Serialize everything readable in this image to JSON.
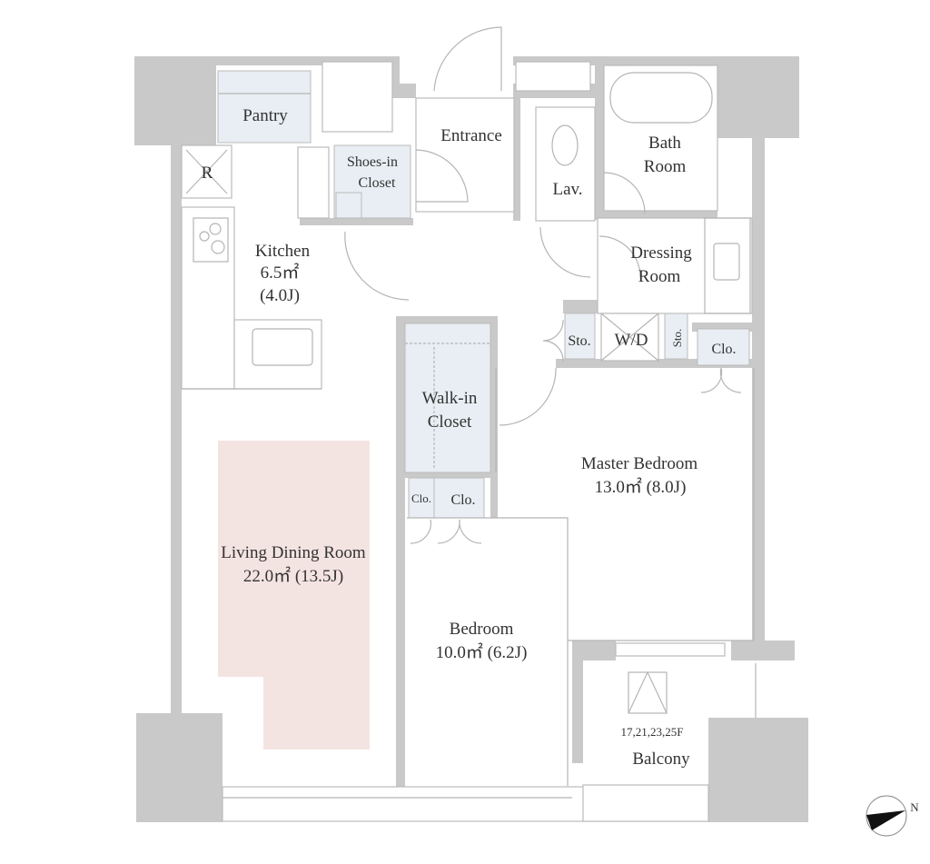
{
  "rooms": {
    "pantry": "Pantry",
    "refrigerator": "R",
    "entrance": "Entrance",
    "shoes_closet_line1": "Shoes-in",
    "shoes_closet_line2": "Closet",
    "lav": "Lav.",
    "bath_line1": "Bath",
    "bath_line2": "Room",
    "kitchen_name": "Kitchen",
    "kitchen_area": "6.5㎡",
    "kitchen_jo": "(4.0J)",
    "dressing_line1": "Dressing",
    "dressing_line2": "Room",
    "storage_1": "Sto.",
    "washer_dryer": "W/D",
    "storage_2": "Sto.",
    "closet_master": "Clo.",
    "walkin_line1": "Walk-in",
    "walkin_line2": "Closet",
    "master_name": "Master Bedroom",
    "master_area": "13.0㎡ (8.0J)",
    "closet_small": "Clo.",
    "closet_bedroom": "Clo.",
    "ldr_name": "Living Dining Room",
    "ldr_area": "22.0㎡ (13.5J)",
    "bedroom_name": "Bedroom",
    "bedroom_area": "10.0㎡ (6.2J)",
    "balcony_floors": "17,21,23,25F",
    "balcony": "Balcony"
  },
  "compass": {
    "label": "N"
  },
  "colors": {
    "wall": "#c9c9c9",
    "closet": "#e8eef3",
    "living_highlight": "#f4e4e1"
  }
}
